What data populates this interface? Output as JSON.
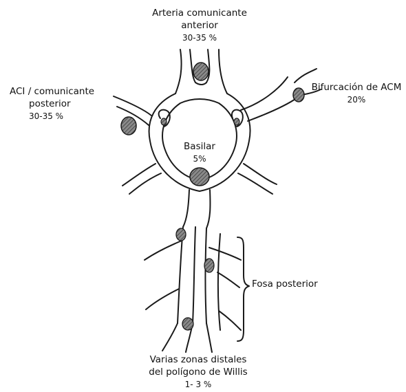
{
  "labels": {
    "anterior_communicating": {
      "lines": [
        "Arteria comunicante",
        "anterior"
      ],
      "percent": "30-35 %"
    },
    "ica_posterior_communicating": {
      "lines": [
        "ACI / comunicante",
        "posterior"
      ],
      "percent": "30-35 %"
    },
    "mca_bifurcation": {
      "lines": [
        "Bifurcación de ACM"
      ],
      "percent": "20%"
    },
    "basilar": {
      "lines": [
        "Basilar"
      ],
      "percent": "5%"
    },
    "posterior_fossa": {
      "lines": [
        "Fosa posterior"
      ]
    },
    "distal_zones": {
      "lines": [
        "Varias zonas distales",
        "del polígono de Willis"
      ],
      "percent": "1- 3 %"
    }
  },
  "colors": {
    "vessel_stroke": "#1a1a1a",
    "aneurysm_fill": "#6e6e6e",
    "background": "#ffffff"
  }
}
